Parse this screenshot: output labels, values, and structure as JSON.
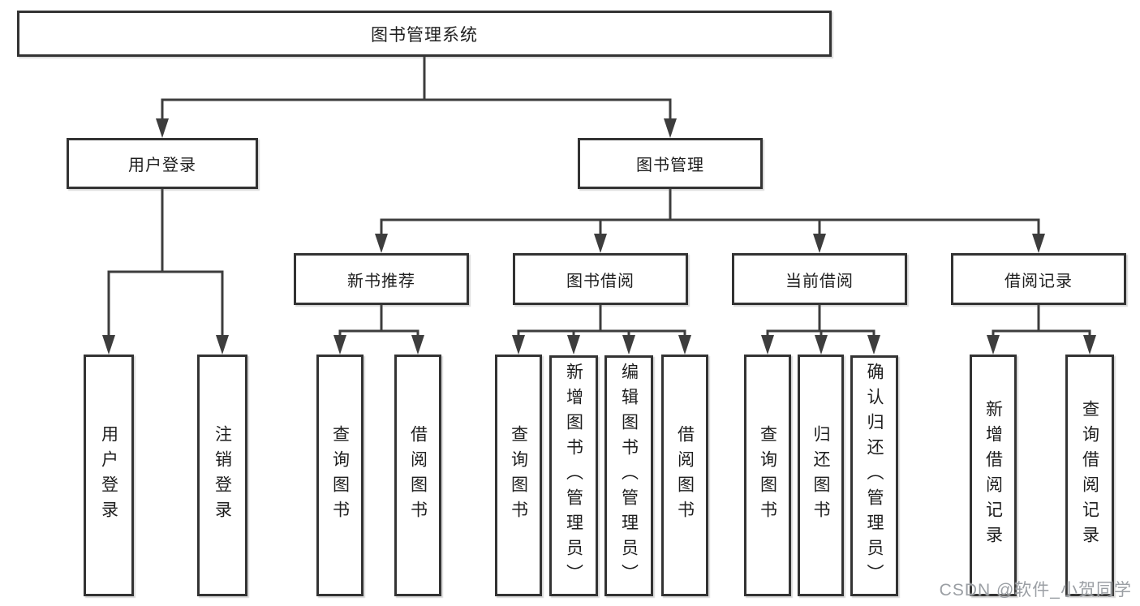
{
  "tree": {
    "root": {
      "label": "图书管理系统"
    },
    "branches": [
      {
        "label": "用户登录",
        "leaves": [
          {
            "label": "用户登录"
          },
          {
            "label": "注销登录"
          }
        ]
      },
      {
        "label": "图书管理",
        "sections": [
          {
            "label": "新书推荐",
            "leaves": [
              {
                "label": "查询图书"
              },
              {
                "label": "借阅图书"
              }
            ]
          },
          {
            "label": "图书借阅",
            "leaves": [
              {
                "label": "查询图书"
              },
              {
                "label": "新增图书（管理员）"
              },
              {
                "label": "编辑图书（管理员）"
              },
              {
                "label": "借阅图书"
              }
            ]
          },
          {
            "label": "当前借阅",
            "leaves": [
              {
                "label": "查询图书"
              },
              {
                "label": "归还图书"
              },
              {
                "label": "确认归还（管理员）"
              }
            ]
          },
          {
            "label": "借阅记录",
            "leaves": [
              {
                "label": "新增借阅记录"
              },
              {
                "label": "查询借阅记录"
              }
            ]
          }
        ]
      }
    ]
  },
  "watermark": {
    "text": "CSDN @软件_小贺同学"
  },
  "colors": {
    "line": "#3d3d3d",
    "box_border": "#333333",
    "text": "#1e1e1e",
    "watermark": "#9b9fa4",
    "background": "#ffffff"
  }
}
